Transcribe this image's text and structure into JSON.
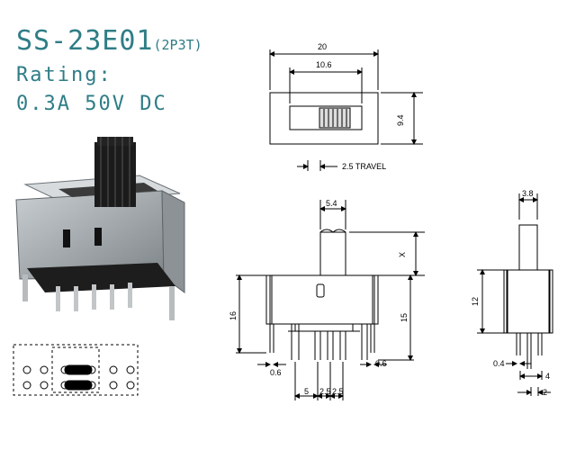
{
  "header": {
    "model": "SS-23E01",
    "config": "(2P3T)",
    "rating_label": "Rating:",
    "rating_value": "0.3A  50V  DC"
  },
  "top_view": {
    "width_dim": "20",
    "window_dim": "10.6",
    "height_dim": "9.4"
  },
  "front_view": {
    "travel": "2.5 TRAVEL",
    "actuator_width": "5.4",
    "actuator_height": "X",
    "body_height_left": "16",
    "body_height_right": "15",
    "lead_left": "0.6",
    "lead_right": "0.6",
    "pitch_first": "5",
    "pitch_second": "2.5",
    "pitch_third": "2.5"
  },
  "side_view": {
    "actuator_width": "3.8",
    "body_height": "12",
    "lead_thickness": "0.4",
    "lead_offset": "4",
    "lead_width": "2"
  },
  "colors": {
    "title": "#2f7d86",
    "line": "#000000",
    "body_gray": "#9aa0a4",
    "actuator": "#1b1b1b"
  }
}
